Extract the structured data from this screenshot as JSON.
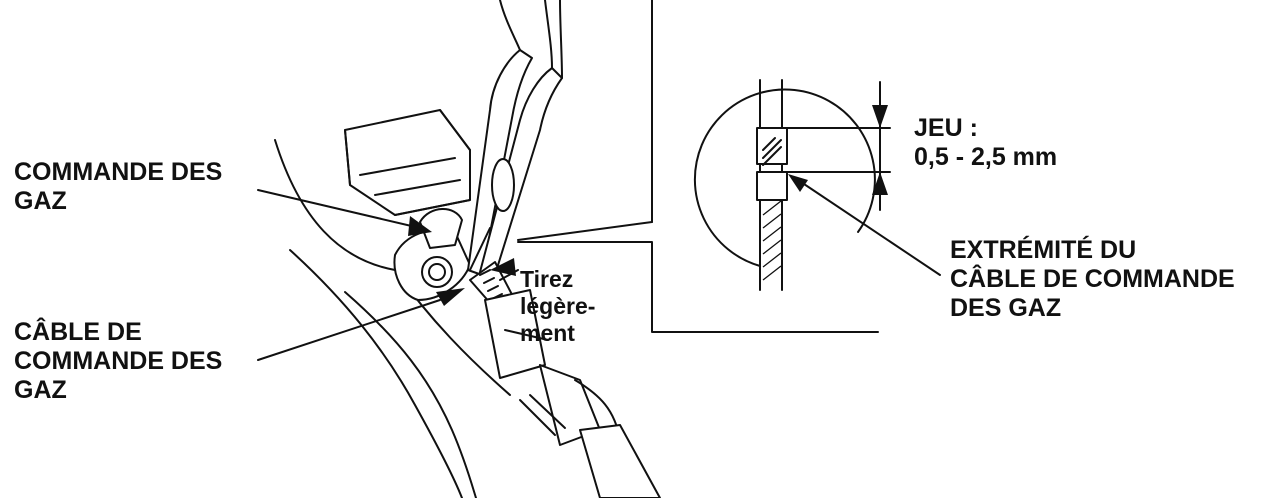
{
  "labels": {
    "commande_gaz": [
      "COMMANDE DES",
      "GAZ"
    ],
    "cable_commande": [
      "CÂBLE DE",
      "COMMANDE DES",
      "GAZ"
    ],
    "tirez": [
      "Tirez",
      "légère-",
      "ment"
    ],
    "jeu": [
      "JEU :",
      "0,5 - 2,5 mm"
    ],
    "extremite": [
      "EXTRÉMITÉ DU",
      "CÂBLE DE COMMANDE",
      "DES GAZ"
    ]
  }
}
